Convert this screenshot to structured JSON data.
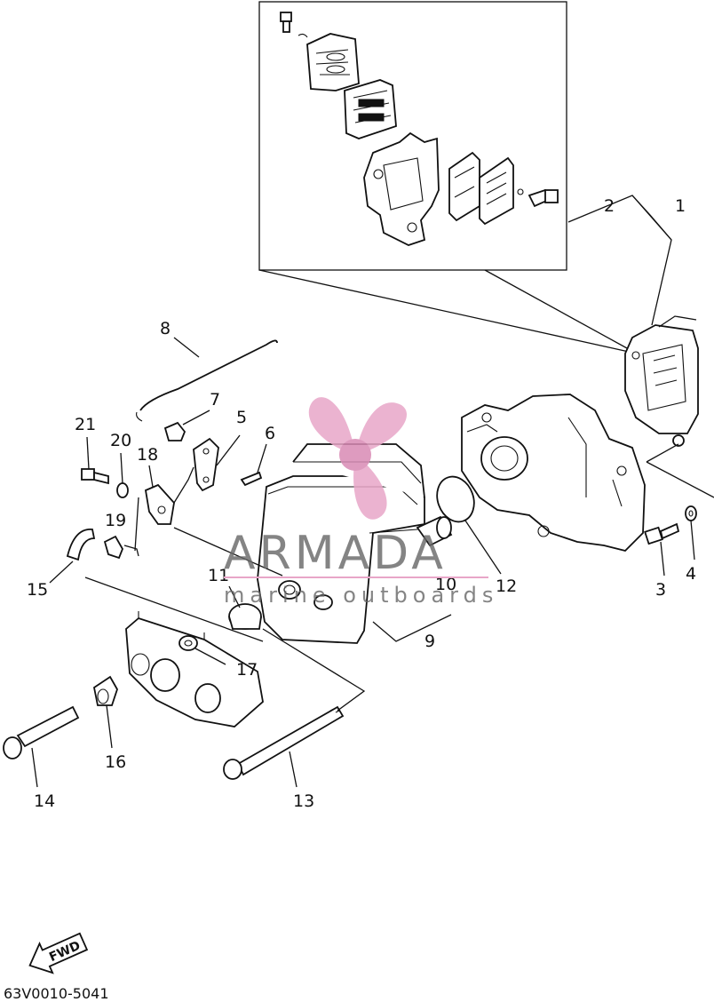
{
  "diagram": {
    "part_numbers": [
      "1",
      "2",
      "3",
      "4",
      "5",
      "6",
      "7",
      "8",
      "9",
      "10",
      "11",
      "12",
      "13",
      "14",
      "15",
      "16",
      "17",
      "18",
      "19",
      "20",
      "21"
    ],
    "diagram_code": "63V0010-5041",
    "fwd_arrow_label": "FWD"
  },
  "watermark": {
    "title": "ARMADA",
    "subtitle": "marine outboards",
    "logo_color": "#e8a6c8",
    "text_color": "#666666",
    "rule_color": "#e8a6c8"
  }
}
